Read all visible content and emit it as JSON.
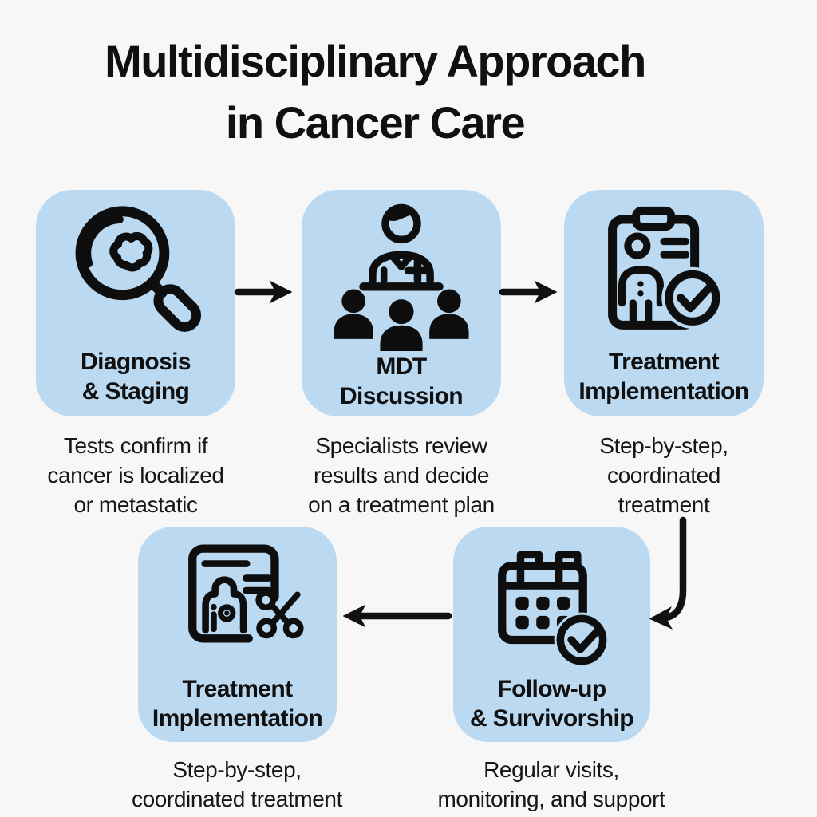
{
  "title": {
    "line1": "Multidisciplinary Approach",
    "line2": "in Cancer Care"
  },
  "steps": [
    {
      "label_line1": "Diagnosis",
      "label_line2": "& Staging",
      "icon": "magnifier-cells-icon",
      "desc_line1": "Tests confirm if",
      "desc_line2": "cancer is localized",
      "desc_line3": "or metastatic"
    },
    {
      "label_line1": "MDT",
      "label_line2": "Discussion",
      "icon": "team-meeting-icon",
      "desc_line1": "Specialists review",
      "desc_line2": "results and decide",
      "desc_line3": "on a treatment plan"
    },
    {
      "label_line1": "Treatment",
      "label_line2": "Implementation",
      "icon": "clipboard-patient-check-icon",
      "desc_line1": "Step-by-step,",
      "desc_line2": "coordinated",
      "desc_line3": "treatment"
    },
    {
      "label_line1": "Follow-up",
      "label_line2": "& Survivorship",
      "icon": "calendar-check-icon",
      "desc_line1": "Regular visits,",
      "desc_line2": "monitoring, and support"
    },
    {
      "label_line1": "Treatment",
      "label_line2": "Implementation",
      "icon": "medical-record-scissors-icon",
      "desc_line1": "Step-by-step,",
      "desc_line2": "coordinated treatment"
    }
  ],
  "flow": [
    {
      "from": "Diagnosis & Staging",
      "to": "MDT Discussion"
    },
    {
      "from": "MDT Discussion",
      "to": "Treatment Implementation"
    },
    {
      "from": "Treatment Implementation",
      "to": "Follow-up & Survivorship"
    },
    {
      "from": "Follow-up & Survivorship",
      "to": "Treatment Implementation (bottom)"
    }
  ],
  "colors": {
    "background": "#f7f7f8",
    "box_fill": "#bbdaf2",
    "ink": "#0e0e0e",
    "arrow": "#111111"
  }
}
